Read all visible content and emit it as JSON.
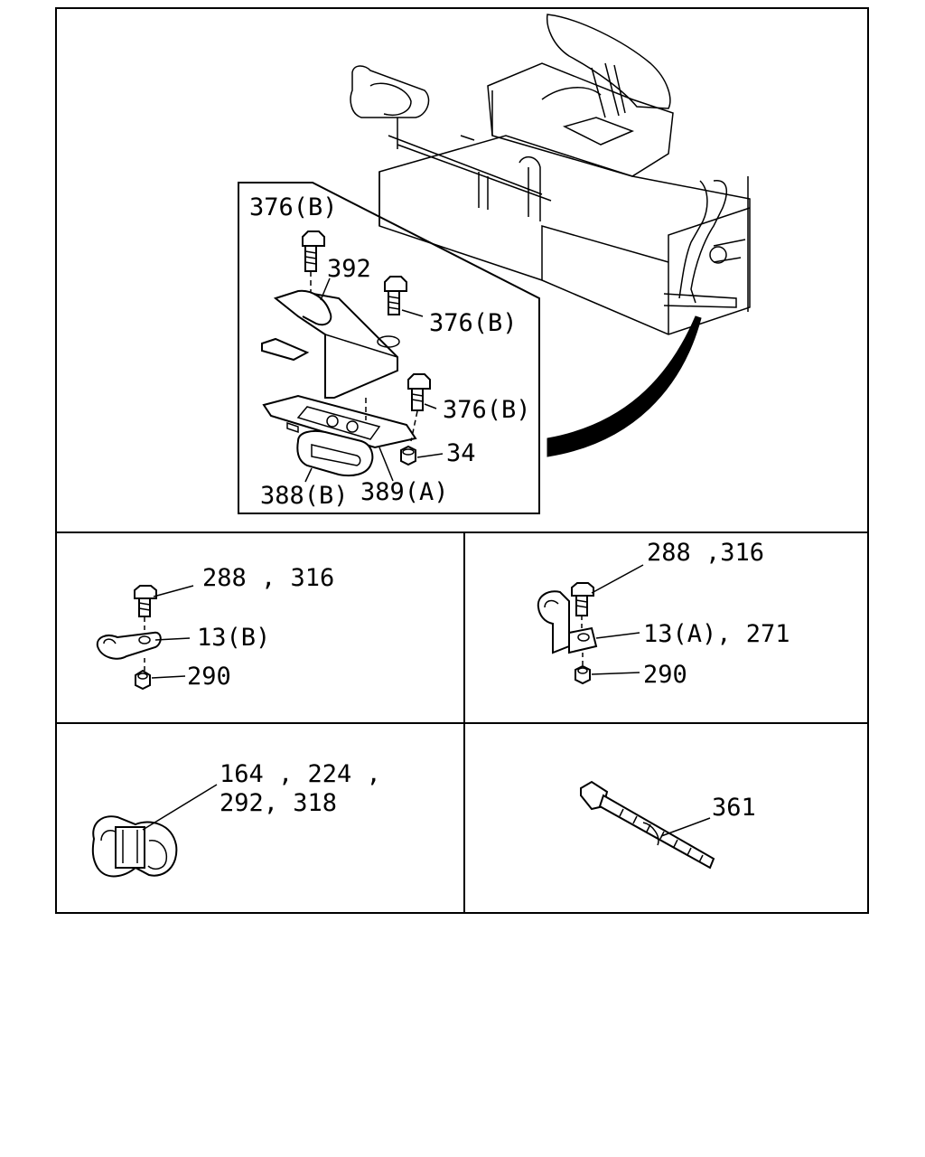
{
  "panels": {
    "main": {
      "callouts": [
        "376(B)",
        "392",
        "376(B)",
        "376(B)",
        "34",
        "388(B)",
        "389(A)"
      ]
    },
    "clamp_b": {
      "callouts": [
        "288 , 316",
        "13(B)",
        "290"
      ]
    },
    "clamp_a": {
      "callouts": [
        "288 ,316",
        "13(A), 271",
        "290"
      ]
    },
    "double_clip": {
      "callouts": [
        "164 , 224 ,",
        "292, 318"
      ]
    },
    "cable_tie": {
      "callouts": [
        "361"
      ]
    }
  }
}
